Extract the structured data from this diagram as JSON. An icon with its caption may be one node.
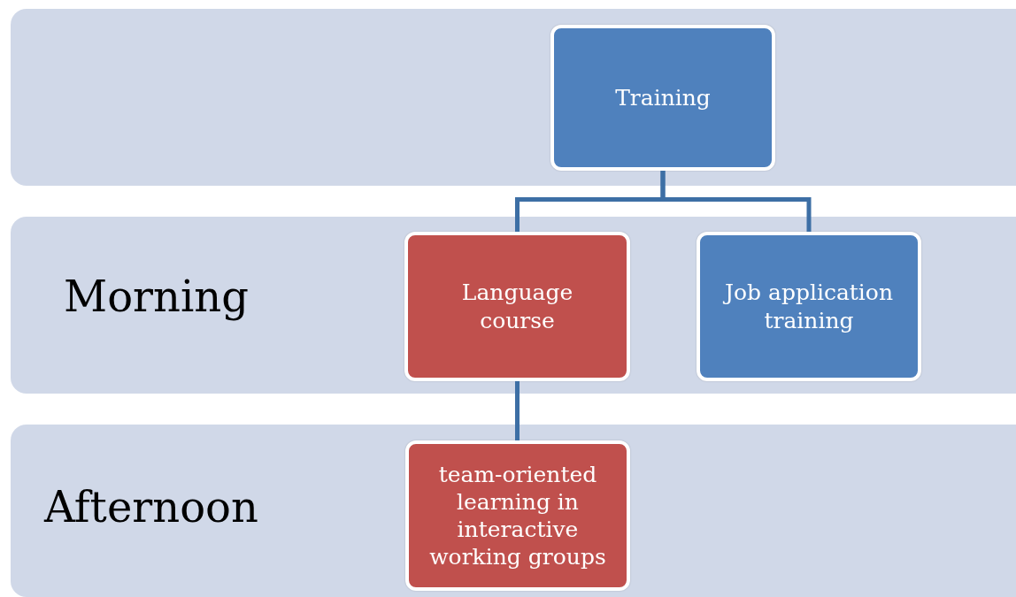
{
  "diagram": {
    "nodes": [
      {
        "text": [],
        "shape": "box"
      },
      {
        "text": [
          "Training"
        ],
        "in": 0
      },
      {
        "text": [
          "Morning"
        ]
      },
      {
        "text": [
          "Language course"
        ],
        "in": 2
      },
      {
        "text": [
          "Job application training"
        ],
        "in": 2
      },
      {
        "text": [
          "Afternoon"
        ]
      },
      {
        "text": [
          "team-oriented learning in interactive working groups"
        ],
        "in": 5
      }
    ],
    "edges": [
      {
        "from": 1,
        "to": 3,
        "arrow": "none"
      },
      {
        "from": 1,
        "to": 4,
        "arrow": "none"
      },
      {
        "from": 3,
        "to": 6,
        "arrow": "none"
      }
    ]
  }
}
